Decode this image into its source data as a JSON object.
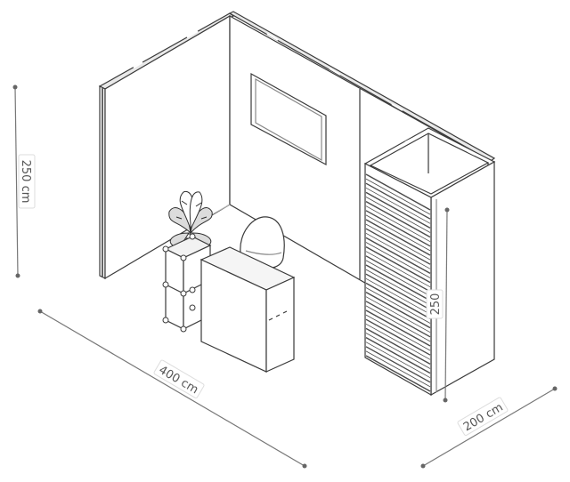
{
  "dimensions": {
    "height_label": "250 cm",
    "width_label": "400 cm",
    "depth_label": "200 cm",
    "cabin_height_label": "250"
  },
  "colors": {
    "line": "#3a3a3a",
    "dimension_line": "#777777",
    "dimension_dot": "#666666",
    "panel_edge": "#555555",
    "shutter_dark": "#4a4a4a"
  }
}
